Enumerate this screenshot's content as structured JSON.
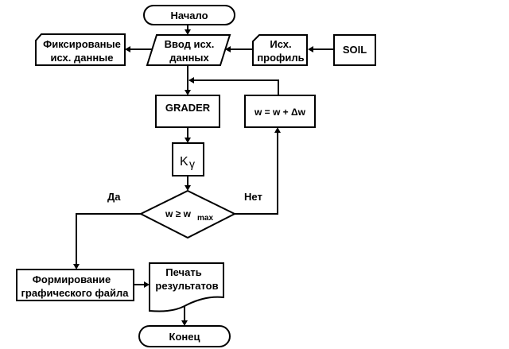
{
  "diagram": {
    "type": "flowchart",
    "nodes": {
      "start": {
        "label": "Начало",
        "shape": "terminator"
      },
      "input": {
        "lines": [
          "Ввод исх.",
          "данных"
        ],
        "shape": "parallelogram"
      },
      "fixed_data": {
        "lines": [
          "Фиксированые",
          "исх. данные"
        ],
        "shape": "card"
      },
      "profile": {
        "lines": [
          "Исх.",
          "профиль"
        ],
        "shape": "card"
      },
      "soil": {
        "label": "SOIL",
        "shape": "process"
      },
      "grader": {
        "label": "GRADER",
        "shape": "process"
      },
      "increment": {
        "label": "w = w + Δw",
        "shape": "process"
      },
      "ky": {
        "label": "K",
        "sub": "γ",
        "shape": "process"
      },
      "decision": {
        "label": "w ≥ w",
        "sub": "max",
        "shape": "decision"
      },
      "graphics": {
        "lines": [
          "Формирование",
          "графического файла"
        ],
        "shape": "process"
      },
      "print": {
        "lines": [
          "Печать",
          "результатов"
        ],
        "shape": "document"
      },
      "end": {
        "label": "Конец",
        "shape": "terminator"
      }
    },
    "branch_labels": {
      "yes": "Да",
      "no": "Нет"
    },
    "edges": [
      {
        "from": "start",
        "to": "input"
      },
      {
        "from": "soil",
        "to": "profile"
      },
      {
        "from": "profile",
        "to": "input"
      },
      {
        "from": "input",
        "to": "fixed_data"
      },
      {
        "from": "input",
        "to": "grader"
      },
      {
        "from": "grader",
        "to": "ky"
      },
      {
        "from": "ky",
        "to": "decision"
      },
      {
        "from": "decision",
        "to": "increment",
        "label": "Нет"
      },
      {
        "from": "increment",
        "to": "grader"
      },
      {
        "from": "decision",
        "to": "graphics",
        "label": "Да"
      },
      {
        "from": "graphics",
        "to": "print"
      },
      {
        "from": "print",
        "to": "end"
      }
    ]
  }
}
